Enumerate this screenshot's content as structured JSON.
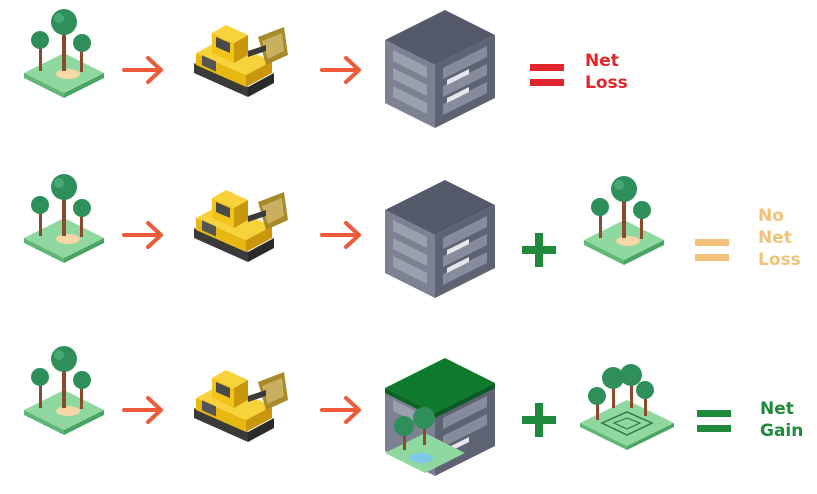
{
  "rows": [
    {
      "result_lines": [
        "Net",
        "Loss"
      ],
      "result_color": "#e0262c"
    },
    {
      "result_lines": [
        "No",
        "Net",
        "Loss"
      ],
      "result_color": "#f2c27a"
    },
    {
      "result_lines": [
        "Net",
        "Gain"
      ],
      "result_color": "#1f8a3b"
    }
  ],
  "colors": {
    "arrow": "#ef5a3a",
    "equals_loss": "#e0262c",
    "equals_noloss": "#f2c27a",
    "plus_green": "#1f8a3b",
    "equals_gain": "#1f8a3b",
    "grass": "#8fd8a0",
    "tree": "#2f8f5a",
    "trunk": "#8b4a2b",
    "bulldozer": "#f2c419",
    "building": "#6b7080",
    "green_roof": "#0f7a2e"
  },
  "icons": [
    "forest-patch-icon",
    "arrow-right-icon",
    "bulldozer-icon",
    "building-icon",
    "green-roof-building-icon",
    "equals-icon",
    "plus-icon",
    "park-icon"
  ]
}
